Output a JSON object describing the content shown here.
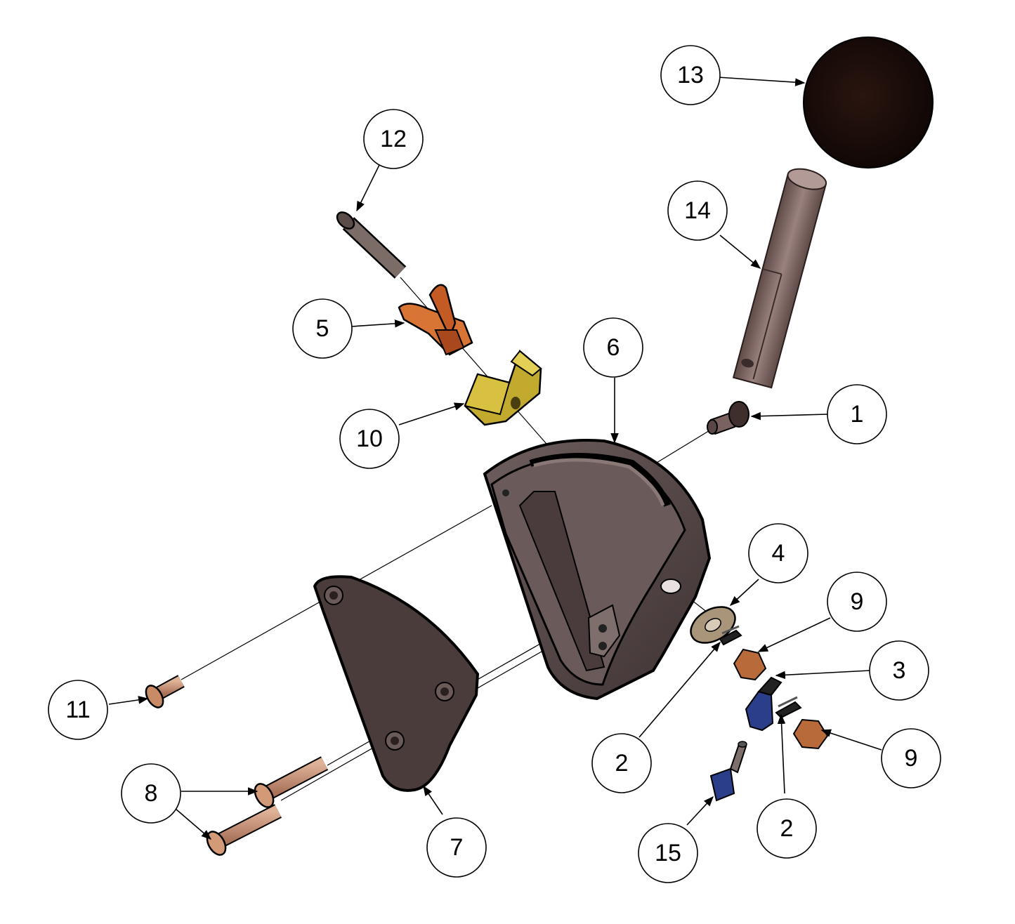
{
  "diagram": {
    "labels": [
      "1",
      "2",
      "3",
      "4",
      "5",
      "6",
      "7",
      "8",
      "9",
      "10",
      "11",
      "12",
      "13",
      "14",
      "15"
    ],
    "colors": {
      "housing": "#4a3e3e",
      "housing_light": "#6b5c5c",
      "cover_plate": "#3f3332",
      "knob": "#1a0d0a",
      "shaft": "#7a6360",
      "pin": "#7a6a64",
      "lever": "#c8652c",
      "block": "#b8a02a",
      "screw": "#c9957a",
      "blue_part": "#2a3e8a",
      "nut": "#b86a3a",
      "washer": "#a89070"
    }
  }
}
